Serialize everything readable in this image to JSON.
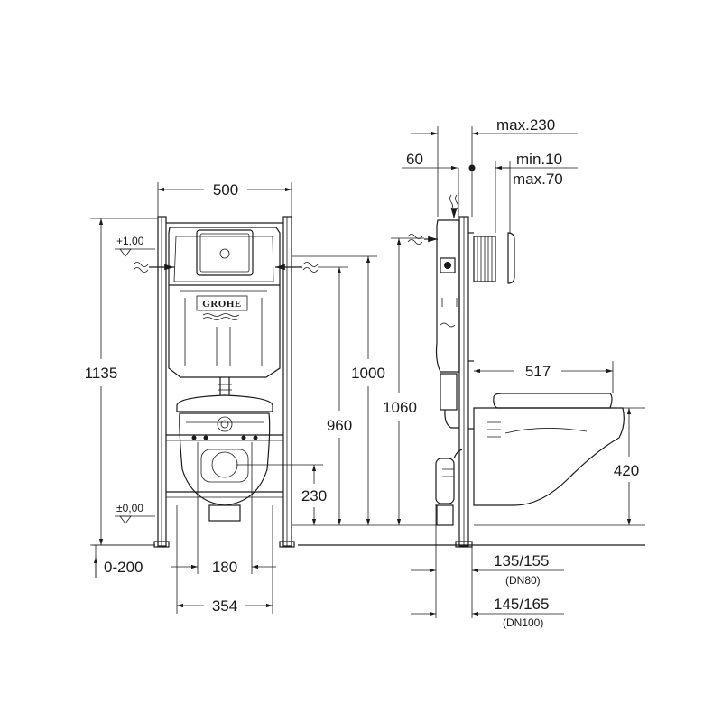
{
  "front_view": {
    "dims": {
      "width_top": "500",
      "height_total": "1135",
      "height_1000": "1000",
      "height_960": "960",
      "height_230": "230",
      "level_plus": "+1,00",
      "level_zero": "±0,00",
      "adjust_range": "0-200",
      "spacing_180": "180",
      "spacing_354": "354"
    },
    "logo": "GROHE"
  },
  "side_view": {
    "dims": {
      "max_depth": "max.230",
      "offset_60": "60",
      "min_10": "min.10",
      "max_70": "max.70",
      "height_1060": "1060",
      "projection_517": "517",
      "seat_420": "420",
      "dn80_range": "135/155",
      "dn80_label": "(DN80)",
      "dn100_range": "145/165",
      "dn100_label": "(DN100)"
    }
  }
}
